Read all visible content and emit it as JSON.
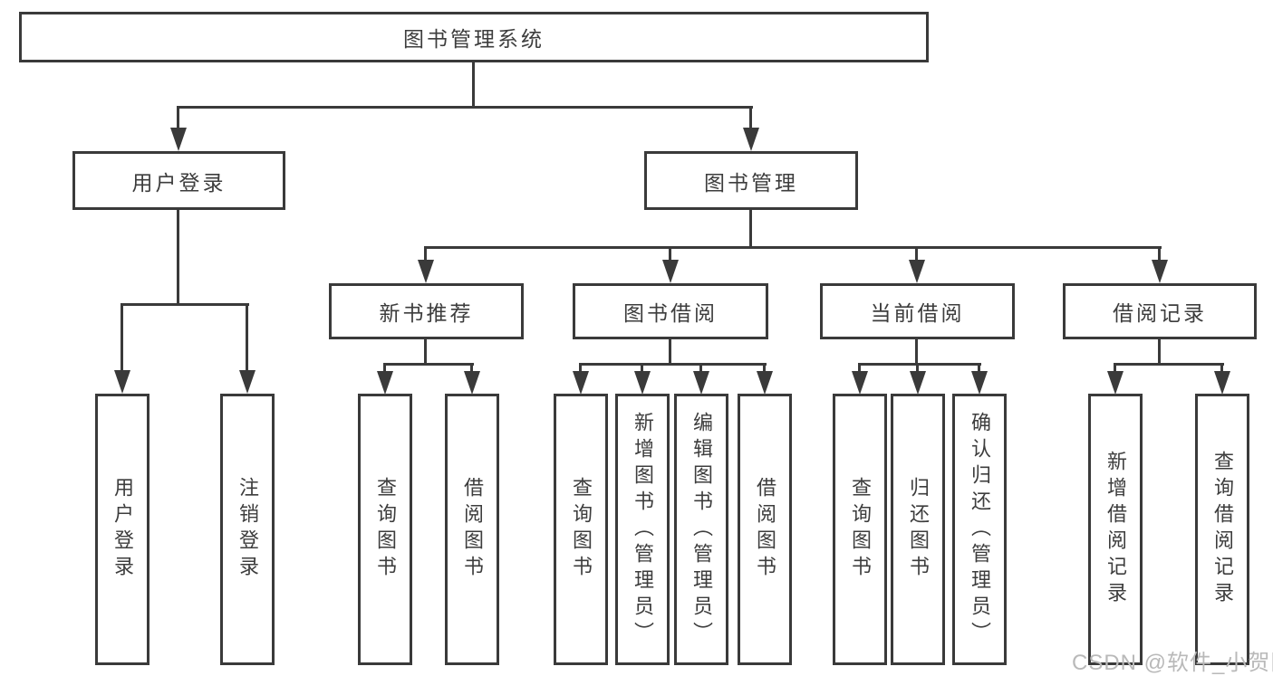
{
  "diagram": {
    "title": "图书管理系统",
    "level2": {
      "user_login": "用户登录",
      "book_management": "图书管理"
    },
    "level3": {
      "new_book_recommend": "新书推荐",
      "book_borrow": "图书借阅",
      "current_borrow": "当前借阅",
      "borrow_record": "借阅记录"
    },
    "leaves": {
      "user_login": [
        "用户登录",
        "注销登录"
      ],
      "new_book_recommend": [
        "查询图书",
        "借阅图书"
      ],
      "book_borrow": [
        "查询图书",
        "新增图书（管理员）",
        "编辑图书（管理员）",
        "借阅图书"
      ],
      "current_borrow": [
        "查询图书",
        "归还图书",
        "确认归还（管理员）"
      ],
      "borrow_record": [
        "新增借阅记录",
        "查询借阅记录"
      ]
    },
    "watermark": "CSDN @软件_小贺同学"
  },
  "colors": {
    "line": "#3a3a3a",
    "text": "#3d3d3d",
    "watermark": "#b9b9b9",
    "background": "#ffffff"
  }
}
